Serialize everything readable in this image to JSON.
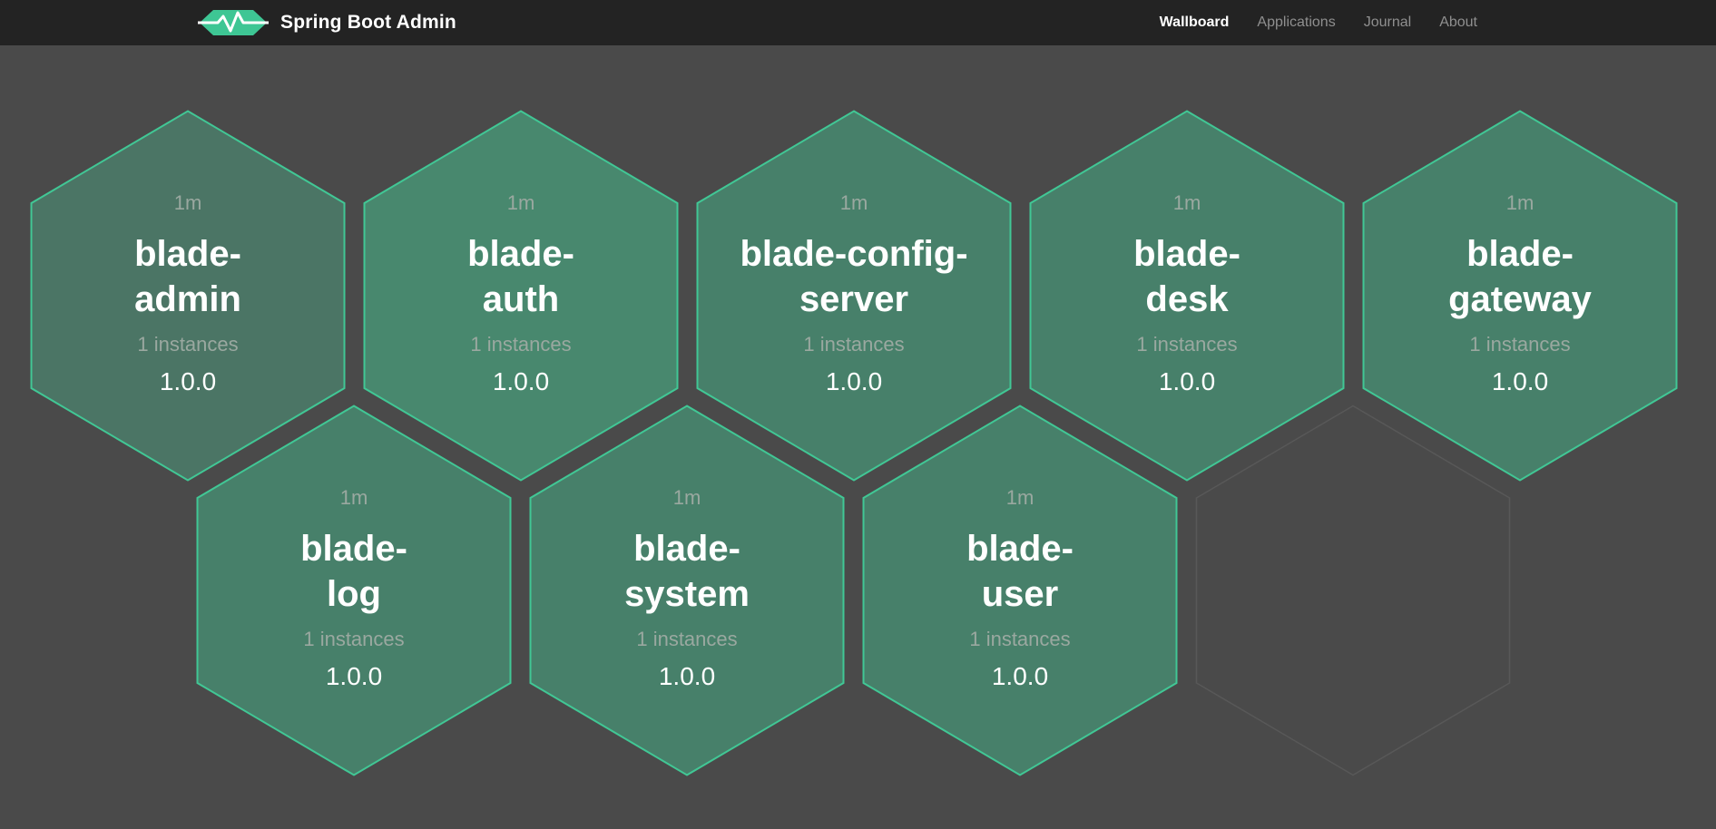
{
  "navbar": {
    "brand": "Spring Boot Admin",
    "items": [
      {
        "label": "Wallboard",
        "active": true
      },
      {
        "label": "Applications",
        "active": false
      },
      {
        "label": "Journal",
        "active": false
      },
      {
        "label": "About",
        "active": false
      }
    ]
  },
  "wallboard": {
    "applications": [
      {
        "name": "blade-admin",
        "name_lines": [
          "blade-",
          "admin"
        ],
        "uptime": "1m",
        "instances": "1 instances",
        "version": "1.0.0",
        "fill": "#4b7565"
      },
      {
        "name": "blade-auth",
        "name_lines": [
          "blade-",
          "auth"
        ],
        "uptime": "1m",
        "instances": "1 instances",
        "version": "1.0.0",
        "fill": "#48886e"
      },
      {
        "name": "blade-config-server",
        "name_lines": [
          "blade-config-",
          "server"
        ],
        "uptime": "1m",
        "instances": "1 instances",
        "version": "1.0.0",
        "fill": "#47806a"
      },
      {
        "name": "blade-desk",
        "name_lines": [
          "blade-",
          "desk"
        ],
        "uptime": "1m",
        "instances": "1 instances",
        "version": "1.0.0",
        "fill": "#47806a"
      },
      {
        "name": "blade-gateway",
        "name_lines": [
          "blade-",
          "gateway"
        ],
        "uptime": "1m",
        "instances": "1 instances",
        "version": "1.0.0",
        "fill": "#47806a"
      },
      {
        "name": "blade-log",
        "name_lines": [
          "blade-",
          "log"
        ],
        "uptime": "1m",
        "instances": "1 instances",
        "version": "1.0.0",
        "fill": "#47806a"
      },
      {
        "name": "blade-system",
        "name_lines": [
          "blade-",
          "system"
        ],
        "uptime": "1m",
        "instances": "1 instances",
        "version": "1.0.0",
        "fill": "#47806a"
      },
      {
        "name": "blade-user",
        "name_lines": [
          "blade-",
          "user"
        ],
        "uptime": "1m",
        "instances": "1 instances",
        "version": "1.0.0",
        "fill": "#47806a"
      }
    ]
  },
  "colors": {
    "background": "#4a4a4a",
    "navbar_background": "#232323",
    "hexagon_border": "#41c795",
    "ghost_border": "#585858",
    "brand_accent": "#3ec694",
    "nav_active_text": "#ffffff",
    "nav_inactive_text": "#8f8f8f"
  }
}
